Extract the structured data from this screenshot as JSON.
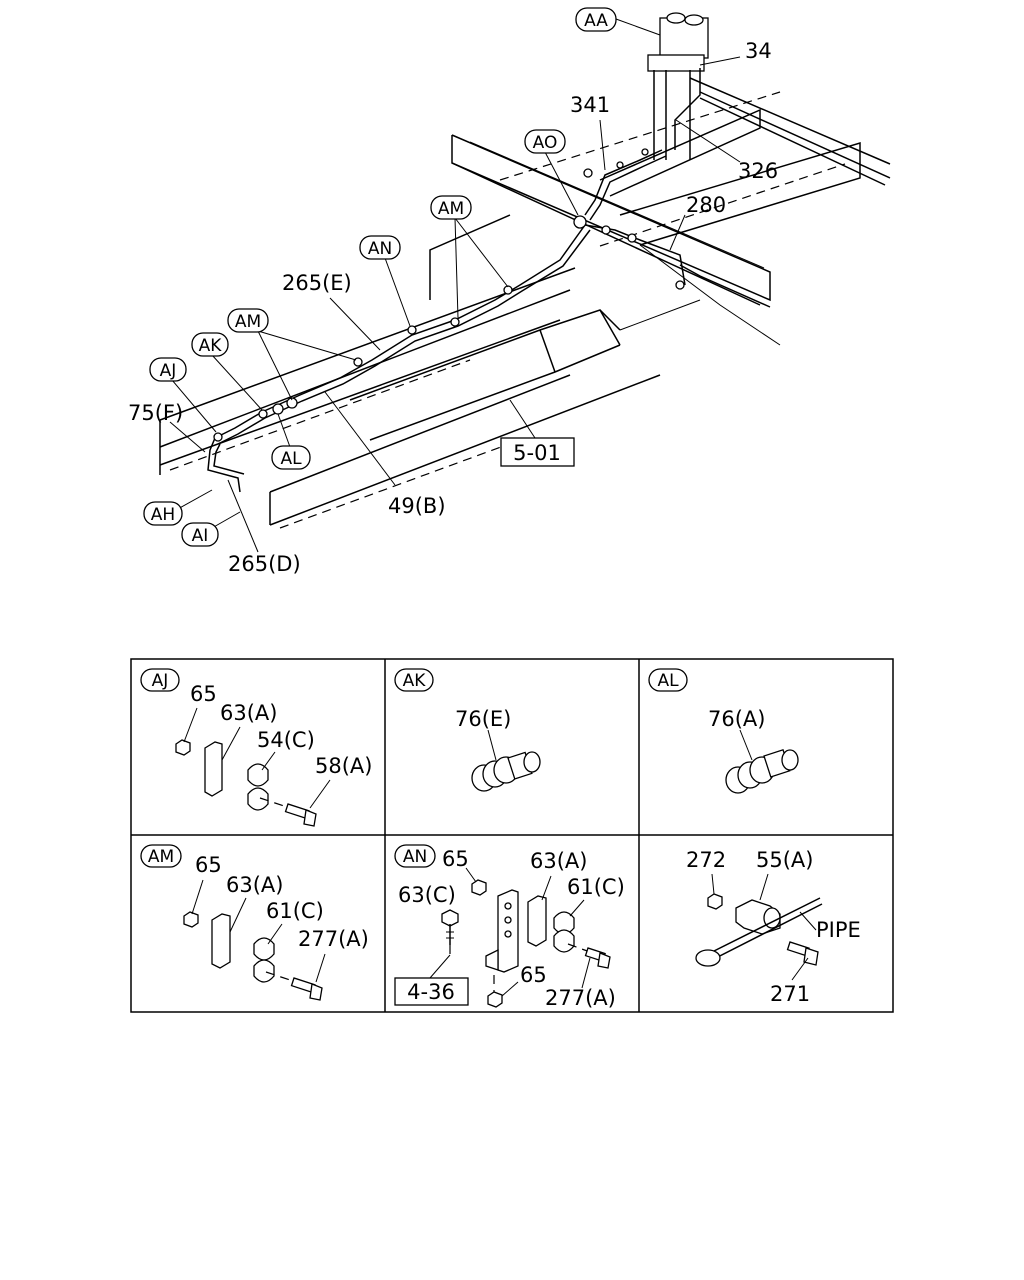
{
  "overview": {
    "callouts": {
      "aa": "AA",
      "ao": "AO",
      "am": "AM",
      "an": "AN",
      "am2": "AM",
      "ak": "AK",
      "aj": "AJ",
      "al": "AL",
      "ah": "AH",
      "ai": "AI"
    },
    "labels": {
      "p34": "34",
      "p341": "341",
      "p326": "326",
      "p280": "280",
      "p265e": "265(E)",
      "p75f": "75(F)",
      "p49b": "49(B)",
      "p265d": "265(D)",
      "ref501": "5-01"
    }
  },
  "panels": {
    "aj": {
      "tag": "AJ",
      "labels": [
        "65",
        "63(A)",
        "54(C)",
        "58(A)"
      ]
    },
    "ak": {
      "tag": "AK",
      "labels": [
        "76(E)"
      ]
    },
    "al": {
      "tag": "AL",
      "labels": [
        "76(A)"
      ]
    },
    "am": {
      "tag": "AM",
      "labels": [
        "65",
        "63(A)",
        "61(C)",
        "277(A)"
      ]
    },
    "an": {
      "tag": "AN",
      "labels": [
        "65",
        "63(A)",
        "61(C)",
        "63(C)",
        "65",
        "277(A)"
      ],
      "ref": "4-36"
    },
    "pipe": {
      "labels": [
        "272",
        "55(A)",
        "PIPE",
        "271"
      ]
    }
  }
}
